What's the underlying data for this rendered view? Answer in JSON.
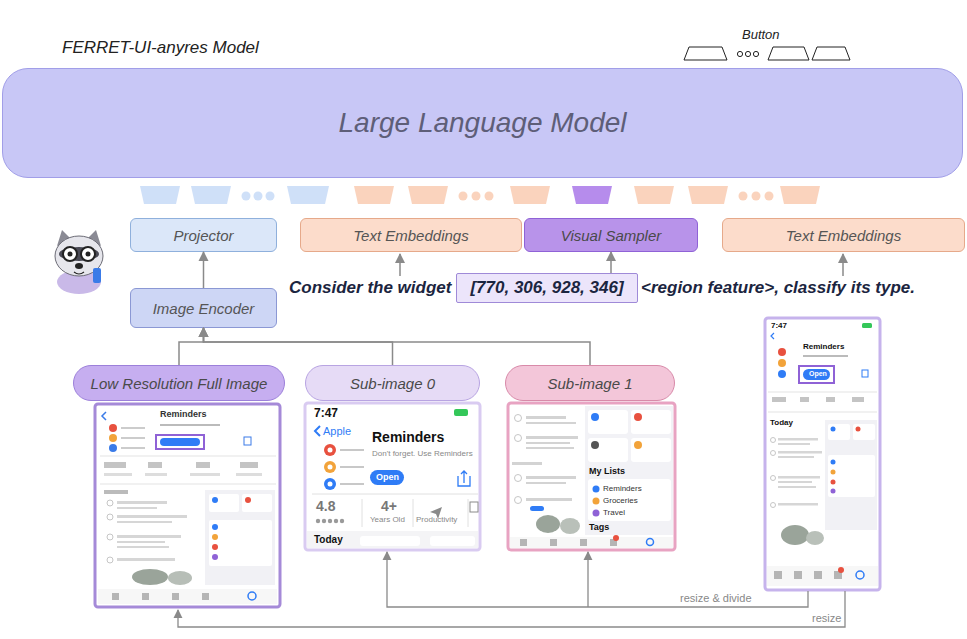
{
  "diagram": {
    "title": "FERRET-UI-anyres Model",
    "nodes": [
      {
        "text": [
          "Large Language Model"
        ]
      },
      {
        "text": [
          "Projector"
        ]
      },
      {
        "text": [
          "Text Embeddings"
        ]
      },
      {
        "text": [
          "Visual Sampler"
        ]
      },
      {
        "text": [
          "Text Embeddings"
        ]
      },
      {
        "text": [
          "Image Encoder"
        ]
      },
      {
        "text": [
          "Low Resolution Full Image"
        ]
      },
      {
        "text": [
          "Sub-image 0"
        ]
      },
      {
        "text": [
          "Sub-image 1"
        ]
      },
      {
        "text": [
          "[770, 306, 928, 346]"
        ]
      }
    ],
    "edges": [
      {
        "from": 5,
        "to": 1,
        "arrow": "to"
      },
      {
        "from": 6,
        "to": 5,
        "arrow": "to"
      },
      {
        "from": 7,
        "to": 5,
        "arrow": "to"
      },
      {
        "from": 8,
        "to": 5,
        "arrow": "to"
      },
      {
        "from": 9,
        "to": 3,
        "arrow": "to"
      }
    ],
    "labels": [
      "Button",
      "Consider the widget",
      "<region feature>, classify its type.",
      "resize & divide",
      "resize",
      "Reminders",
      "7:47",
      "Apple",
      "Reminders",
      "Don't forget. Use Reminders",
      "Open",
      "4.8",
      "4+",
      "Years Old",
      "Productivity",
      "Today",
      "My Lists",
      "Reminders",
      "Groceries",
      "Travel",
      "Tags",
      "7:47",
      "Reminders",
      "Open",
      "Today"
    ]
  }
}
